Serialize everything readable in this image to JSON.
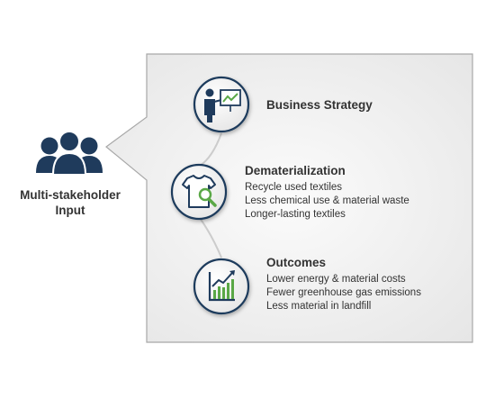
{
  "stakeholder": {
    "icon": "people-group-icon",
    "label_line1": "Multi-stakeholder",
    "label_line2": "Input"
  },
  "steps": [
    {
      "icon": "presentation-chart-icon",
      "title": "Business Strategy",
      "items": []
    },
    {
      "icon": "shirt-magnifier-icon",
      "title": "Dematerialization",
      "items": [
        "Recycle used textiles",
        "Less chemical use & material waste",
        "Longer-lasting textiles"
      ]
    },
    {
      "icon": "growth-chart-icon",
      "title": "Outcomes",
      "items": [
        "Lower energy & material costs",
        "Fewer greenhouse gas emissions",
        "Less material in landfill"
      ]
    }
  ],
  "colors": {
    "navy": "#1f3b5c",
    "green": "#5aa846",
    "panel_border": "#a8a8a8",
    "panel_fill": "#f2f2f2"
  }
}
